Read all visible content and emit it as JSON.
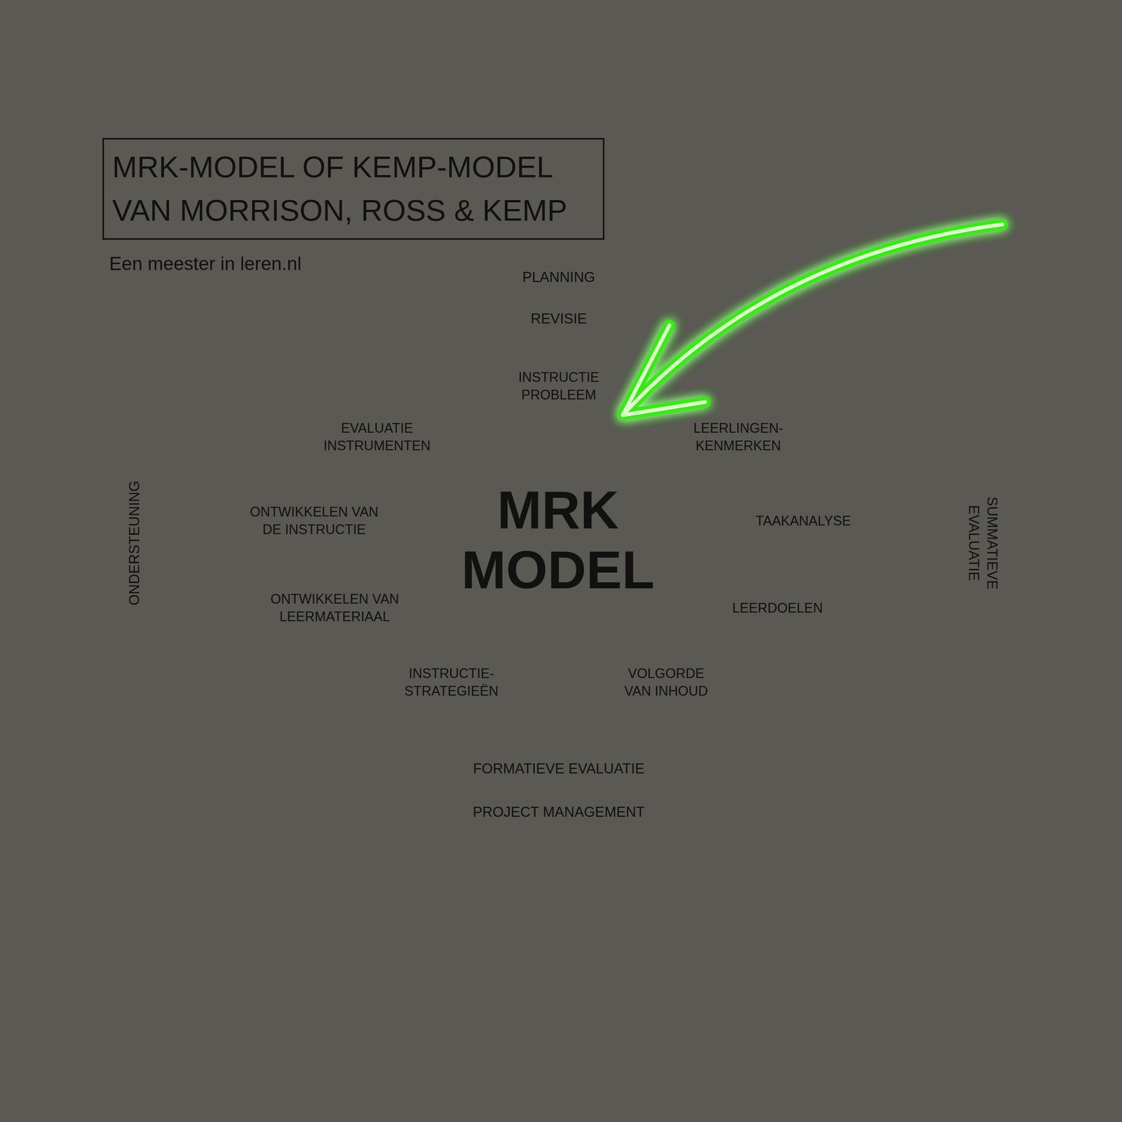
{
  "diagram": {
    "title": "MRK-MODEL OF KEMP-MODEL VAN MORRISON, ROSS & KEMP",
    "nodes": [
      {
        "text": [
          "PLANNING",
          "SUMMATIEVE EVALUATIE",
          "PROJECT MANAGEMENT",
          "ONDERSTEUNING"
        ]
      },
      {
        "text": [
          "REVISIE",
          "FORMATIEVE EVALUATIE"
        ],
        "in": 0
      },
      {
        "text": [
          "MRK MODEL"
        ],
        "in": 1
      },
      {
        "text": [
          "INSTRUCTIE PROBLEEM"
        ],
        "in": 2
      },
      {
        "text": [
          "LEERLINGEN- KENMERKEN"
        ],
        "in": 2
      },
      {
        "text": [
          "TAAKANALYSE"
        ],
        "in": 2
      },
      {
        "text": [
          "LEERDOELEN"
        ],
        "in": 2
      },
      {
        "text": [
          "VOLGORDE VAN INHOUD"
        ],
        "in": 2
      },
      {
        "text": [
          "INSTRUCTIE- STRATEGIEËN"
        ],
        "in": 2
      },
      {
        "text": [
          "ONTWIKKELEN VAN LEERMATERIAAL"
        ],
        "in": 2
      },
      {
        "text": [
          "ONTWIKKELEN VAN DE INSTRUCTIE"
        ],
        "in": 2
      },
      {
        "text": [
          "EVALUATIE INSTRUMENTEN"
        ],
        "in": 2
      }
    ],
    "labels": [
      "Een meester in leren.nl"
    ]
  }
}
